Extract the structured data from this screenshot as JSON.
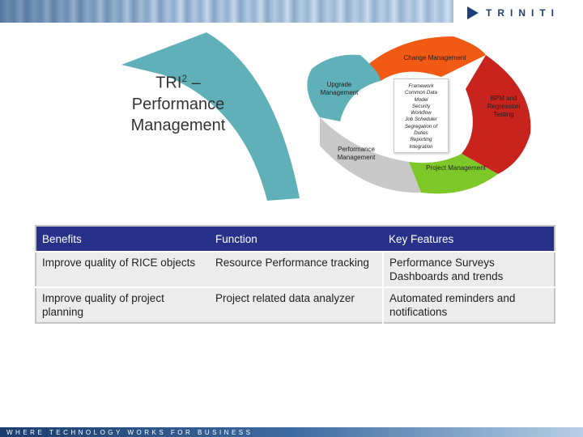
{
  "brand": {
    "logo_text": "TRINITI",
    "logo_color": "#1f3f7a",
    "tagline": "WHERE TECHNOLOGY WORKS FOR BUSINESS"
  },
  "title": {
    "main": "TRI",
    "superscript": "2",
    "dash": " –",
    "line2": "Performance",
    "line3": "Management"
  },
  "cycle": {
    "segments": [
      {
        "label": "Change Management",
        "color": "#f05a14"
      },
      {
        "label": "BPM and Regression Testing",
        "color": "#c8231c"
      },
      {
        "label": "Project Management",
        "color": "#7dc828"
      },
      {
        "label": "Performance Management",
        "color": "#c8c8c8"
      },
      {
        "label": "Upgrade Management",
        "color": "#5fb0b8"
      }
    ],
    "center_items": [
      "Framework",
      "Common Data",
      "Model",
      "Security",
      "Workflow",
      "Job Scheduler",
      "Segregation of",
      "Duties",
      "Reporting",
      "Integration"
    ]
  },
  "table": {
    "headers": [
      "Benefits",
      "Function",
      "Key Features"
    ],
    "rows": [
      {
        "benefit": "Improve quality of RICE objects",
        "function": "Resource Performance tracking",
        "features": [
          "Performance Surveys",
          "Dashboards and trends"
        ]
      },
      {
        "benefit": "Improve quality of project planning",
        "function": "Project related data analyzer",
        "features": [
          "Automated reminders and notifications"
        ]
      }
    ],
    "header_color": "#27318a"
  },
  "colors": {
    "arrow": "#5fb0b8",
    "accent_orange": "#f05a14"
  }
}
